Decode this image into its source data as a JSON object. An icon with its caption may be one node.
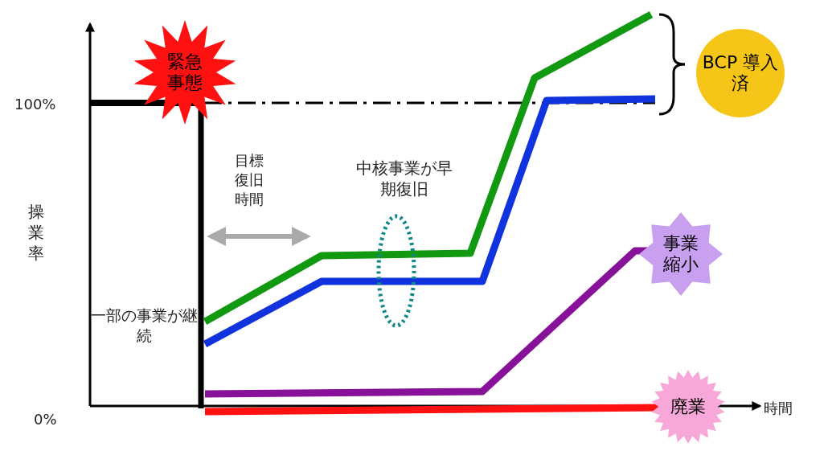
{
  "diagram": {
    "nodes": [
      {
        "text": [
          "緊急事態"
        ]
      },
      {
        "text": [
          "BCP 導入済"
        ]
      },
      {
        "text": [
          "事業縮小"
        ]
      },
      {
        "text": [
          "廃業"
        ]
      }
    ],
    "labels": [
      "100%",
      "目標復旧時間",
      "中核事業が早期復旧",
      "操業率",
      "一部の事業が継続",
      "0%",
      "時間"
    ]
  }
}
